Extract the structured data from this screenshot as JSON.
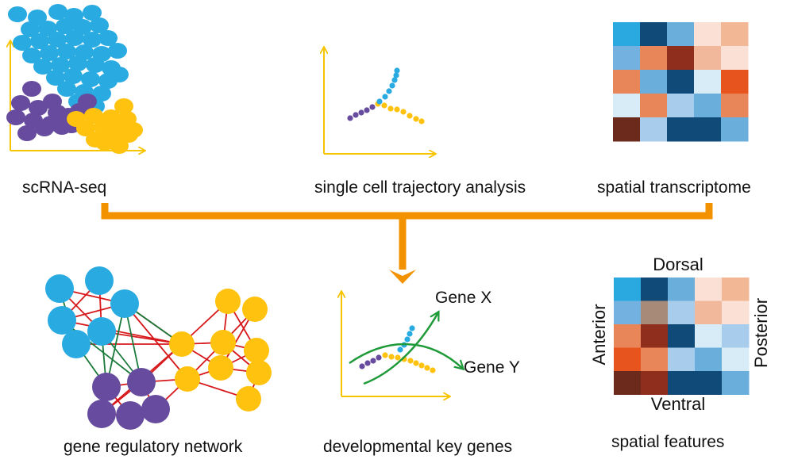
{
  "panels": {
    "scrna_seq": {
      "label": "scRNA-seq"
    },
    "trajectory": {
      "label": "single cell trajectory analysis"
    },
    "spatial": {
      "label": "spatial transcriptome"
    },
    "network": {
      "label": "gene regulatory network"
    },
    "key_genes": {
      "label": "developmental key genes",
      "gene_x": "Gene X",
      "gene_y": "Gene Y"
    },
    "spatial_features": {
      "label": "spatial features",
      "dorsal": "Dorsal",
      "ventral": "Ventral",
      "anterior": "Anterior",
      "posterior": "Posterior"
    }
  },
  "colors": {
    "blue": "#29abe2",
    "purple": "#664b9e",
    "yellow": "#ffc20e",
    "axis": "#f7c400",
    "connector": "#f39200",
    "edge_red": "#d7191c",
    "edge_green": "#1a7a3a",
    "curve_green": "#1e9a38"
  },
  "heatmaps": {
    "spatial": [
      [
        "#2aa8e0",
        "#0f4a78",
        "#6aaedc",
        "#fbe0d6",
        "#f2b896"
      ],
      [
        "#73b2e0",
        "#e8865a",
        "#8f2e1c",
        "#f2b89c",
        "#fbe0d6"
      ],
      [
        "#e8865a",
        "#6aaedc",
        "#0f4a78",
        "#d8ecf8",
        "#e8541e"
      ],
      [
        "#d8ecf8",
        "#e8865a",
        "#a8cceb",
        "#6aaedc",
        "#e8865a"
      ],
      [
        "#6b2a1c",
        "#a8cceb",
        "#0f4a78",
        "#0f4a78",
        "#6aaedc"
      ]
    ],
    "features": [
      [
        "#2aa8e0",
        "#0f4a78",
        "#6aaedc",
        "#fbe0d6",
        "#f2b896"
      ],
      [
        "#73b2e0",
        "#a88a78",
        "#a8cceb",
        "#f2b89c",
        "#fbe0d6"
      ],
      [
        "#e8865a",
        "#8f2e1c",
        "#0f4a78",
        "#d8ecf8",
        "#a8cceb"
      ],
      [
        "#e8541e",
        "#e8865a",
        "#a8cceb",
        "#6aaedc",
        "#d8ecf8"
      ],
      [
        "#6b2a1c",
        "#8f2e1c",
        "#0f4a78",
        "#0f4a78",
        "#6aaedc"
      ]
    ]
  }
}
